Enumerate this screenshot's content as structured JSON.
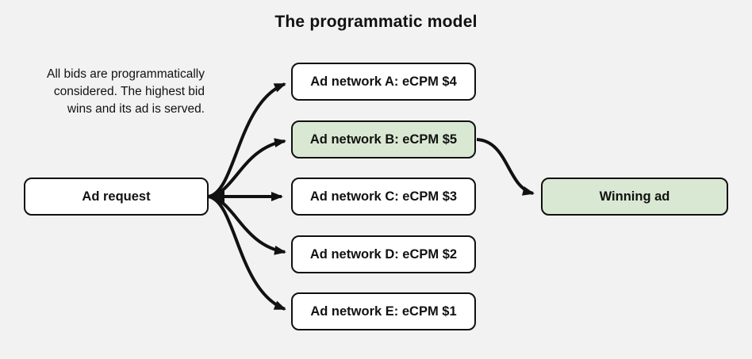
{
  "title": "The programmatic model",
  "note": {
    "lines": [
      "All bids are programmatically",
      "considered. The highest bid",
      "wins and its ad is served."
    ]
  },
  "request": {
    "label": "Ad request"
  },
  "networks": [
    {
      "id": "A",
      "label": "Ad network A: eCPM $4",
      "ecpm": 4,
      "highlighted": false
    },
    {
      "id": "B",
      "label": "Ad network B: eCPM $5",
      "ecpm": 5,
      "highlighted": true
    },
    {
      "id": "C",
      "label": "Ad network C: eCPM $3",
      "ecpm": 3,
      "highlighted": false
    },
    {
      "id": "D",
      "label": "Ad network D: eCPM $2",
      "ecpm": 2,
      "highlighted": false
    },
    {
      "id": "E",
      "label": "Ad network E: eCPM $1",
      "ecpm": 1,
      "highlighted": false
    }
  ],
  "winner": {
    "label": "Winning ad"
  },
  "colors": {
    "background": "#f2f2f2",
    "box_background": "#ffffff",
    "highlight": "#d9e8d2",
    "line": "#111111",
    "text": "#111111"
  }
}
